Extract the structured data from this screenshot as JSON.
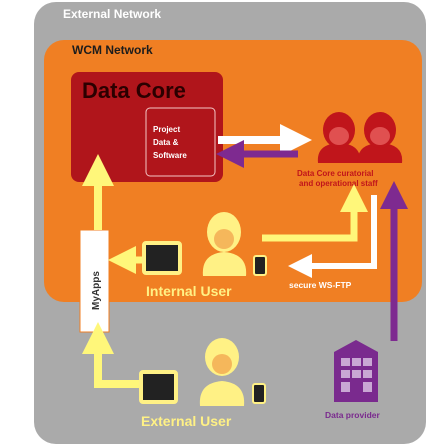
{
  "external_network": {
    "label": "External Network",
    "color": "#aaaaaa"
  },
  "wcm_network": {
    "label": "WCM Network",
    "color": "#f07f23"
  },
  "data_core": {
    "title": "Data Core",
    "color": "#b0151b",
    "title_color": "#2b0000",
    "box_lines": [
      "Project",
      "Data &",
      "Software"
    ]
  },
  "staff": {
    "label_lines": [
      "Data Core curatorial",
      "and operational staff"
    ],
    "color": "#c0151b"
  },
  "myapps": {
    "label": "MyApps"
  },
  "internal_user": {
    "label": "Internal User"
  },
  "external_user": {
    "label": "External User"
  },
  "secure_transfer": {
    "label": "secure WS-FTP"
  },
  "data_provider": {
    "label": "Data provider",
    "color": "#7a2a8e"
  },
  "colors": {
    "user_yellow": "#fff185",
    "arrow_yellow": "#fff77a",
    "arrow_purple": "#7e2a90"
  },
  "icons": [
    "person-icon",
    "laptop-icon",
    "phone-icon",
    "building-icon",
    "arrow-icon"
  ]
}
